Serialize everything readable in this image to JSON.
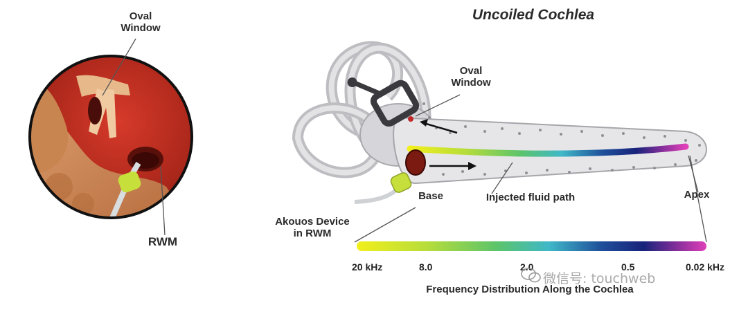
{
  "title": "Uncoiled Cochlea",
  "inset": {
    "oval_window_label": [
      "Oval",
      "Window"
    ],
    "rwm_label": "RWM"
  },
  "main": {
    "oval_window_label": [
      "Oval",
      "Window"
    ],
    "base_label": "Base",
    "injected_label": "Injected fluid path",
    "apex_label": "Apex",
    "device_label": [
      "Akouos Device",
      "in RWM"
    ]
  },
  "frequency_bar": {
    "ticks": [
      "20 kHz",
      "8.0",
      "2.0",
      "0.5",
      "0.02 kHz"
    ],
    "caption": "Frequency Distribution Along the Cochlea",
    "colors": [
      "#f2ef1c",
      "#b7dd3a",
      "#5cc46a",
      "#3fb8c8",
      "#1f4f9a",
      "#17237a",
      "#8a2f9c",
      "#e040b8"
    ]
  },
  "watermark": "微信号: touchweb"
}
